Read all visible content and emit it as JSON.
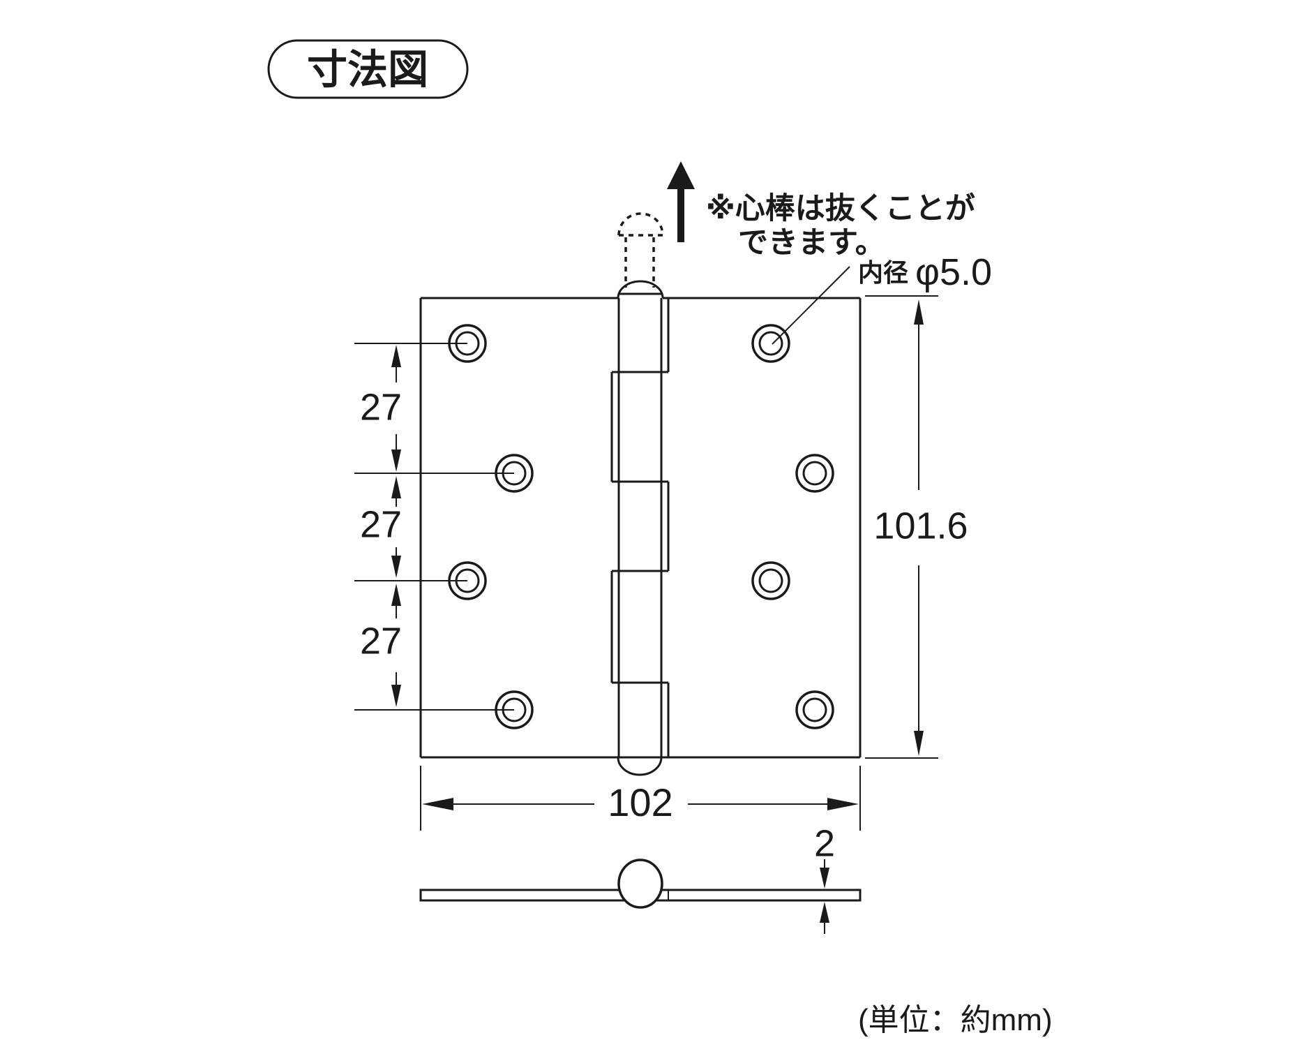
{
  "page": {
    "background": "#ffffff",
    "line_color": "#1a1a1a"
  },
  "title_badge": {
    "label": "寸法図"
  },
  "pin_note": {
    "line1": "※心棒は抜くことが",
    "line2": "できます。"
  },
  "hole_callout": {
    "label": "内径",
    "value": "φ5.0"
  },
  "front_view": {
    "pitch_dims": [
      "27",
      "27",
      "27"
    ],
    "height_dim": "101.6",
    "width_dim": "102"
  },
  "side_view": {
    "thickness_dim": "2"
  },
  "footer": {
    "unit_note": "(単位：約mm)"
  }
}
